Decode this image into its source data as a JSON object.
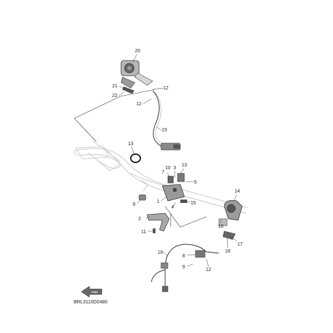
{
  "diagram": {
    "code": "BRL3110D0480",
    "front_arrow_text": "FWD",
    "callouts": [
      {
        "id": "c20",
        "label": "20"
      },
      {
        "id": "c21",
        "label": "21"
      },
      {
        "id": "c22",
        "label": "22"
      },
      {
        "id": "c12a",
        "label": "12"
      },
      {
        "id": "c12b",
        "label": "12"
      },
      {
        "id": "c23",
        "label": "23"
      },
      {
        "id": "c13a",
        "label": "13"
      },
      {
        "id": "c7",
        "label": "7"
      },
      {
        "id": "c10",
        "label": "10"
      },
      {
        "id": "c3",
        "label": "3"
      },
      {
        "id": "c13b",
        "label": "13"
      },
      {
        "id": "c5",
        "label": "5"
      },
      {
        "id": "c6",
        "label": "6"
      },
      {
        "id": "c1",
        "label": "1"
      },
      {
        "id": "c4",
        "label": "4"
      },
      {
        "id": "c15",
        "label": "15"
      },
      {
        "id": "c14",
        "label": "14"
      },
      {
        "id": "c2",
        "label": "2"
      },
      {
        "id": "c11",
        "label": "11"
      },
      {
        "id": "c16",
        "label": "16"
      },
      {
        "id": "c17",
        "label": "17"
      },
      {
        "id": "c18",
        "label": "18"
      },
      {
        "id": "c19",
        "label": "19"
      },
      {
        "id": "c8",
        "label": "8"
      },
      {
        "id": "c9",
        "label": "9"
      },
      {
        "id": "c12c",
        "label": "12"
      }
    ]
  }
}
